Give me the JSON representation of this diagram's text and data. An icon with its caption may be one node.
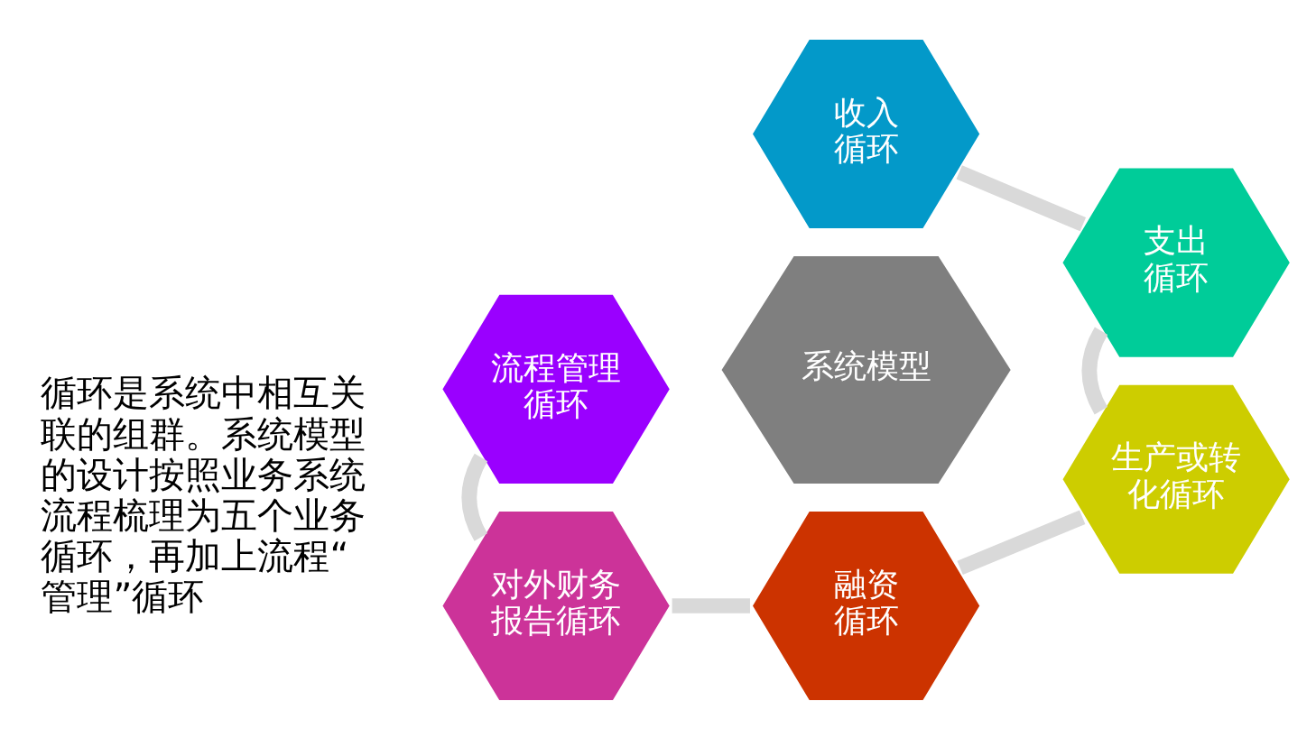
{
  "diagram": {
    "nodes": [
      {
        "text": [
          "收入循环"
        ]
      },
      {
        "text": [
          "流程管理循环"
        ]
      },
      {
        "text": [
          "支出循环"
        ]
      },
      {
        "text": [
          "系统模型"
        ]
      },
      {
        "text": [
          "对外财务报告循环"
        ]
      },
      {
        "text": [
          "生产或转化循环"
        ]
      },
      {
        "text": [
          "融资循环"
        ]
      }
    ],
    "edges": [
      {
        "from": 0,
        "to": 2,
        "arrow": "none"
      },
      {
        "from": 2,
        "to": 5,
        "arrow": "none"
      },
      {
        "from": 6,
        "to": 5,
        "arrow": "none"
      },
      {
        "from": 4,
        "to": 6,
        "arrow": "none"
      },
      {
        "from": 1,
        "to": 4,
        "arrow": "none"
      }
    ],
    "labels": [
      "循环是系统中相互关联的组群。系统模型的设计按照业务系统流程梳理为五个业务循环，再加上流程“管理”循环"
    ]
  }
}
